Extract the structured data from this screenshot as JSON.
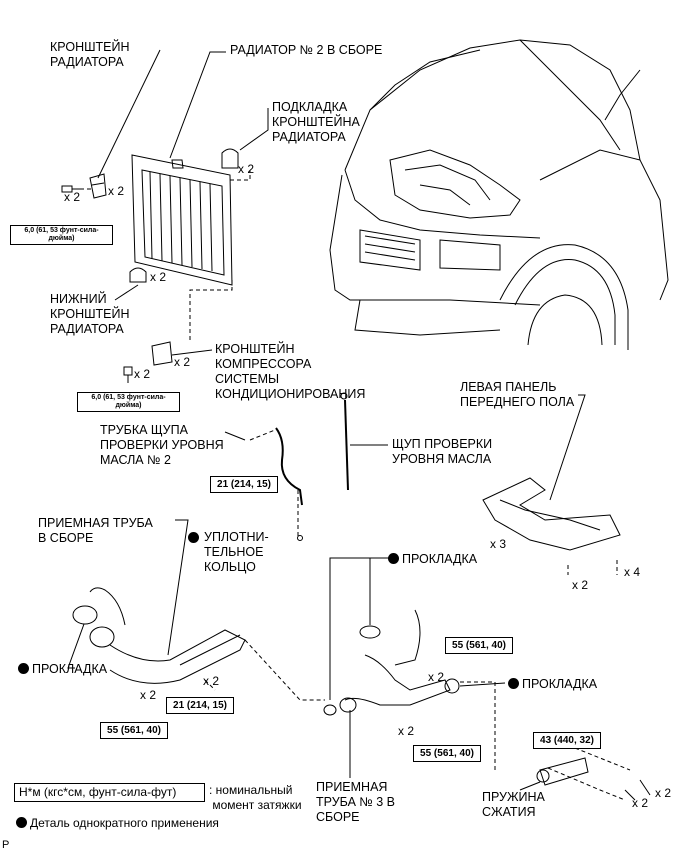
{
  "labels": {
    "bracket": "КРОНШТЕЙН\nРАДИАТОРА",
    "radiator": "РАДИАТОР № 2 В СБОРЕ",
    "cushion": "ПОДКЛАДКА\nКРОНШТЕЙНА\nРАДИАТОРА",
    "lower_bracket": "НИЖНИЙ\nКРОНШТЕЙН\nРАДИАТОРА",
    "compressor_bracket": "КРОНШТЕЙН\nКОМПРЕССОРА\nСИСТЕМЫ\nКОНДИЦИОНИРОВАНИЯ",
    "left_panel": "ЛЕВАЯ ПАНЕЛЬ\nПЕРЕДНЕГО ПОЛА",
    "dipstick_tube": "ТРУБКА ЩУПА\nПРОВЕРКИ УРОВНЯ\nМАСЛА № 2",
    "dipstick": "ЩУП ПРОВЕРКИ\nУРОВНЯ МАСЛА",
    "inlet_pipe": "ПРИЕМНАЯ ТРУБА\nВ СБОРЕ",
    "o_ring": "УПЛОТНИ-\nТЕЛЬНОЕ\nКОЛЬЦО",
    "gasket_top": "ПРОКЛАДКА",
    "gasket_left": "ПРОКЛАДКА",
    "gasket_right": "ПРОКЛАДКА",
    "inlet_pipe3": "ПРИЕМНАЯ\nТРУБА № 3 В\nСБОРЕ",
    "spring": "ПРУЖИНА\nСЖАТИЯ"
  },
  "quantities": {
    "bracket_bolt": "x 2",
    "bracket_item": "x 2",
    "cushion": "x 2",
    "lower_bracket": "x 2",
    "compressor_bracket_item": "x 2",
    "compressor_bracket_bolt": "x 2",
    "panel_left": "x 3",
    "panel_right": "x 4",
    "panel_bottom": "x 2",
    "inlet_bolt_a": "x 2",
    "inlet_bolt_b": "x 2",
    "pipe3_bolt_a": "x 2",
    "pipe3_bolt_b": "x 2",
    "spring_bolt_a": "x 2",
    "spring_bolt_b": "x 2"
  },
  "torques": {
    "bracket": "6,0 (61, 53 фунт-сила-\nдюйма)",
    "compressor": "6,0 (61, 53 фунт-сила-\nдюйма)",
    "dipstick": "21 (214, 15)",
    "inlet_a": "55 (561, 40)",
    "inlet_b": "21 (214, 15)",
    "pipe3_a": "55 (561, 40)",
    "pipe3_b": "55 (561, 40)",
    "spring": "43 (440, 32)"
  },
  "legend": {
    "unit": "Н*м (кгс*см, фунт-сила-фут)",
    "torque_note": ": номинальный\n момент затяжки",
    "single_use": "Деталь однократного применения",
    "page_letter": "P"
  }
}
